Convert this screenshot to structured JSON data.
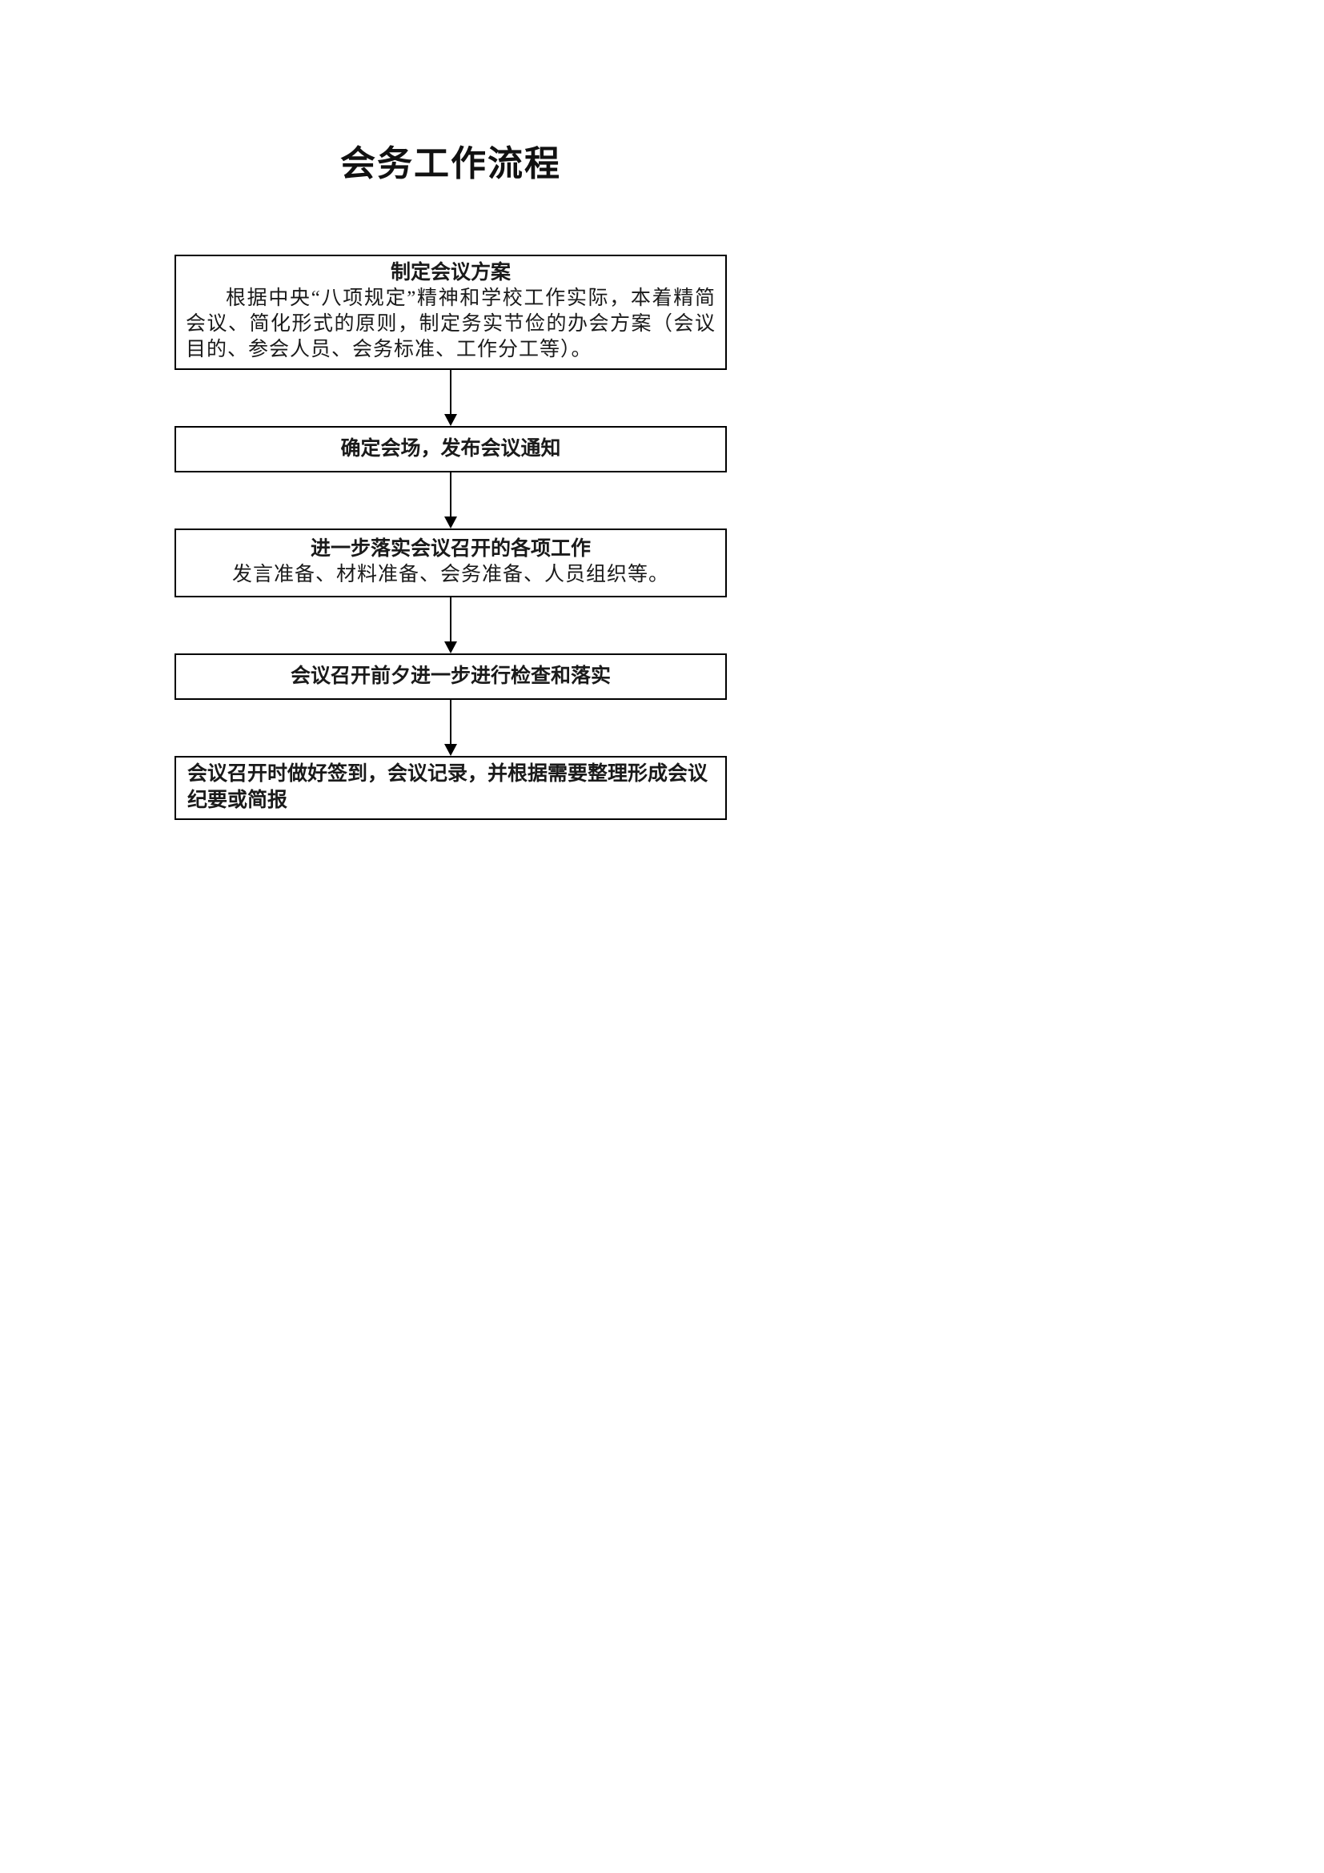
{
  "page": {
    "title": "会务工作流程"
  },
  "flowchart": {
    "steps": [
      {
        "title": "制定会议方案",
        "body": "根据中央“八项规定”精神和学校工作实际，本着精简会议、简化形式的原则，制定务实节俭的办会方案（会议目的、参会人员、会务标准、工作分工等）。"
      },
      {
        "title": "确定会场，发布会议通知",
        "body": ""
      },
      {
        "title": "进一步落实会议召开的各项工作",
        "body": "发言准备、材料准备、会务准备、人员组织等。"
      },
      {
        "title": "会议召开前夕进一步进行检查和落实",
        "body": ""
      },
      {
        "title": "会议召开时做好签到，会议记录，并根据需要整理形成会议纪要或简报",
        "body": ""
      }
    ]
  }
}
